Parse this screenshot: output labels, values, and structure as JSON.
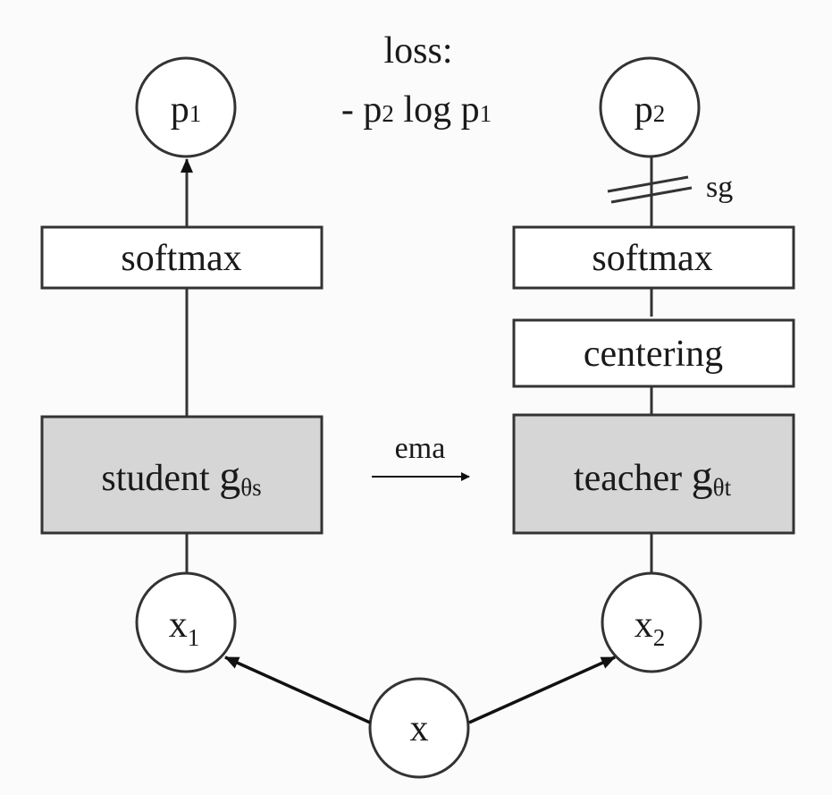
{
  "loss": {
    "title": "loss:",
    "minus": "- ",
    "p2_base": "p",
    "p2_sub": "2",
    "log": " log ",
    "p1_base": "p",
    "p1_sub": "1"
  },
  "nodes": {
    "p1": {
      "base": "p",
      "sub": "1"
    },
    "p2": {
      "base": "p",
      "sub": "2"
    },
    "x1": {
      "base": "x",
      "sub": "1"
    },
    "x2": {
      "base": "x",
      "sub": "2"
    },
    "x": {
      "label": "x"
    }
  },
  "boxes": {
    "softmax_left": "softmax",
    "softmax_right": "softmax",
    "centering": "centering",
    "student": {
      "text": "student ",
      "g": "g",
      "sub": "θs"
    },
    "teacher": {
      "text": "teacher ",
      "g": "g",
      "sub": "θt"
    }
  },
  "edges": {
    "ema": "ema",
    "sg": "sg"
  },
  "colors": {
    "network_box_fill": "#d6d6d6",
    "box_fill": "#ffffff",
    "stroke": "#333333",
    "arrow": "#111111"
  }
}
